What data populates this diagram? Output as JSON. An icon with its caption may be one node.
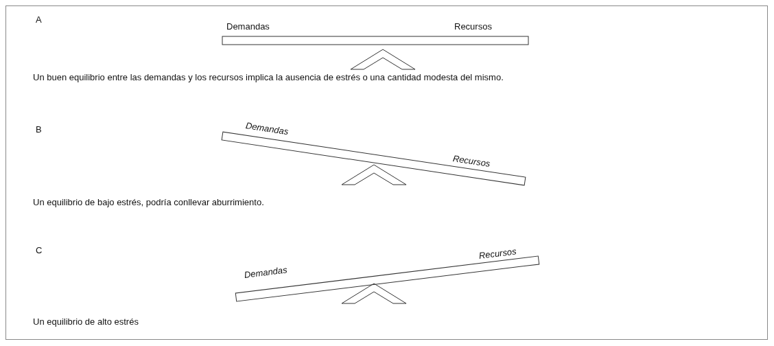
{
  "diagram": {
    "labels": [
      "A",
      "Demandas",
      "Recursos",
      "Un buen equilibrio entre las demandas y los recursos implica la ausencia de estrés o una cantidad modesta del mismo.",
      "B",
      "Demandas",
      "Recursos",
      "Un equilibrio de bajo estrés, podría conllevar aburrimiento.",
      "C",
      "Recursos",
      "Demandas",
      "Un equilibrio de alto estrés"
    ]
  }
}
